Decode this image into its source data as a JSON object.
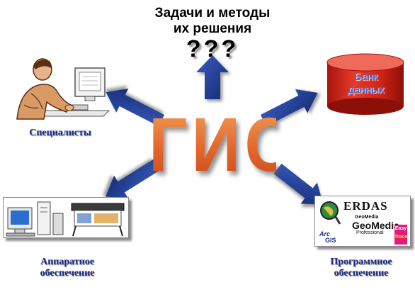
{
  "top": {
    "tasks_line1": "Задачи и методы",
    "tasks_line2": "их решения",
    "question_marks": "???"
  },
  "center": {
    "title": "ГИС"
  },
  "database": {
    "line1": "Банк",
    "line2": "данных"
  },
  "specialists": {
    "label": "Специалисты"
  },
  "hardware": {
    "line1": "Аппаратное",
    "line2": "обеспечение"
  },
  "software": {
    "line1": "Программное",
    "line2": "обеспечение",
    "logos": {
      "erdas": "ERDAS",
      "geomedia_small": "GeoMedia",
      "geomedia": "GeoMedia",
      "geomedia_pro": "Professional",
      "arc": "Arc",
      "gis": "GIS",
      "easy": "Easy",
      "trace": "Trace"
    }
  },
  "colors": {
    "arrow": "#1f3a8c",
    "gis_orange": "#e3662a",
    "database_red": "#d42a1c",
    "label_blue": "#1b2c8a"
  },
  "icons": [
    "up-arrow-icon",
    "arrow-icon",
    "user-at-computer-icon",
    "database-cylinder-icon",
    "workstation-icon",
    "plotter-icon",
    "software-logos-icon"
  ]
}
